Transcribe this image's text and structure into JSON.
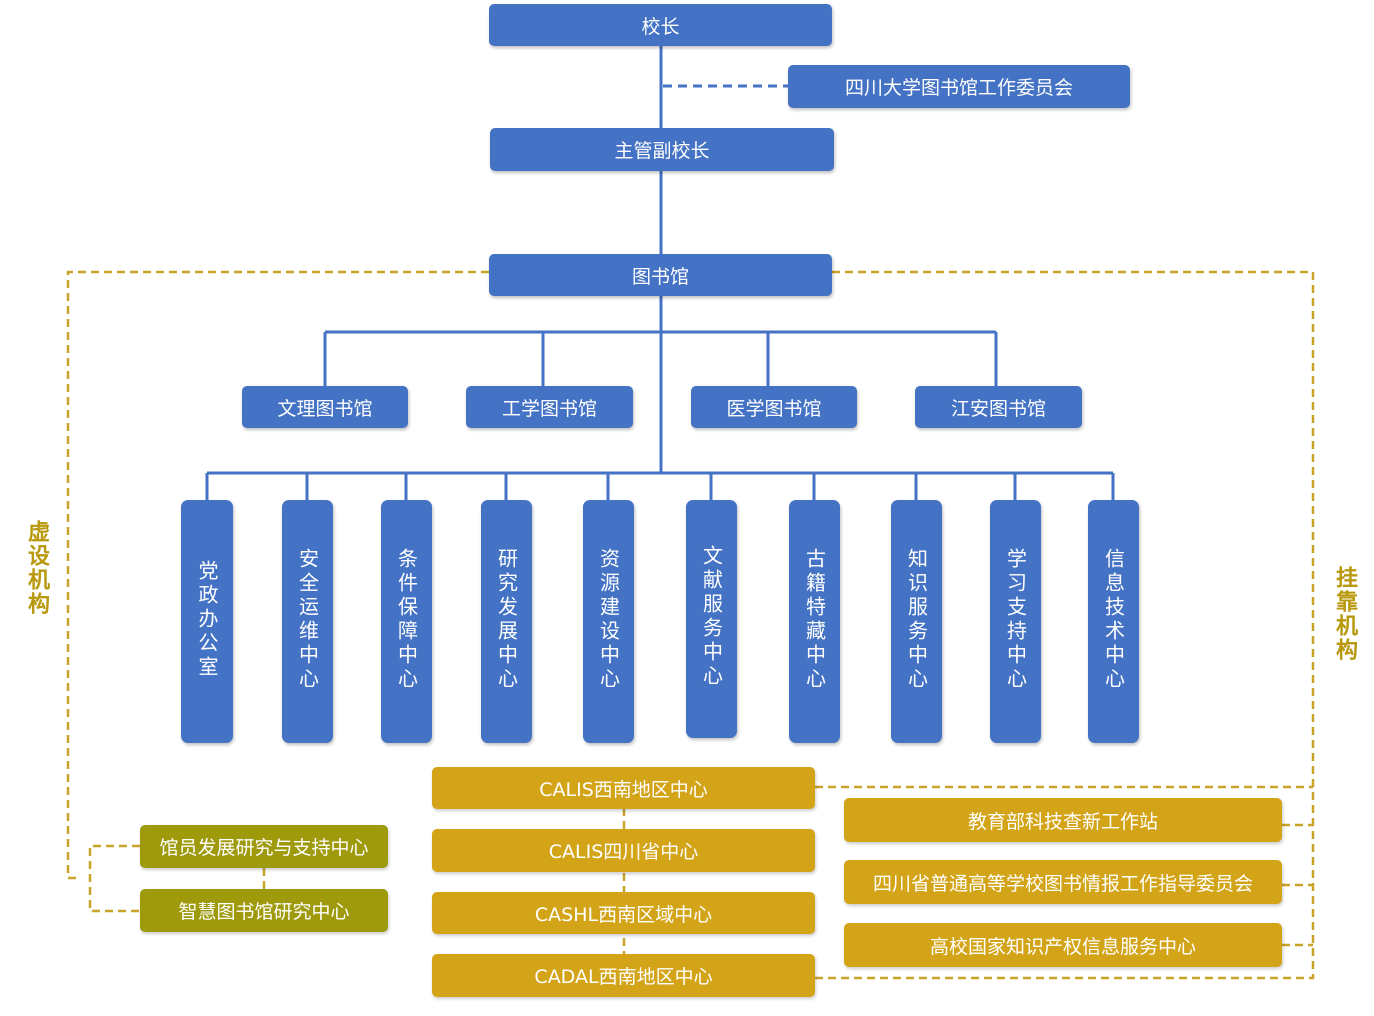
{
  "top": {
    "president": "校长",
    "committee": "四川大学图书馆工作委员会",
    "vice_president": "主管副校长",
    "library": "图书馆"
  },
  "branches": [
    "文理图书馆",
    "工学图书馆",
    "医学图书馆",
    "江安图书馆"
  ],
  "centers": [
    "党政办公室",
    "安全运维中心",
    "条件保障中心",
    "研究发展中心",
    "资源建设中心",
    "文献服务中心",
    "古籍特藏中心",
    "知识服务中心",
    "学习支持中心",
    "信息技术中心"
  ],
  "side_labels": {
    "virtual": "虚设机构",
    "affiliated": "挂靠机构"
  },
  "virtual_units": [
    "馆员发展研究与支持中心",
    "智慧图书馆研究中心"
  ],
  "affiliated_left": [
    "CALIS西南地区中心",
    "CALIS四川省中心",
    "CASHL西南区域中心",
    "CADAL西南地区中心"
  ],
  "affiliated_right": [
    "教育部科技查新工作站",
    "四川省普通高等学校图书情报工作指导委员会",
    "高校国家知识产权信息服务中心"
  ],
  "colors": {
    "blue": "#4472c4",
    "gold": "#d4a418",
    "olive": "#9e9a0c",
    "dash": "#c8a42a"
  }
}
